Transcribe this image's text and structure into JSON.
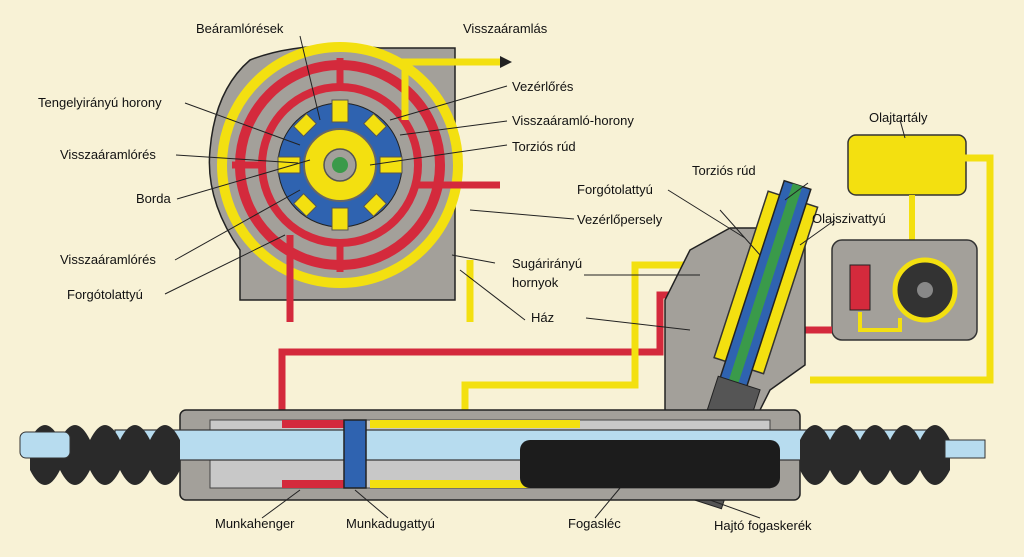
{
  "labels": {
    "bearamloresek": "Beáramlórések",
    "visszaaramlas": "Visszaáramlás",
    "tengelyiranyu_horony": "Tengelyirányú horony",
    "vezerlores": "Vezérlőrés",
    "visszaaramlo_horony": "Visszaáramló-horony",
    "torzios_rud_1": "Torziós rúd",
    "visszaaramlores_1": "Visszaáramlórés",
    "borda": "Borda",
    "visszaaramlores_2": "Visszaáramlórés",
    "forgotolattyu_1": "Forgótolattyú",
    "forgotolattyu_2": "Forgótolattyú",
    "torzios_rud_2": "Torziós rúd",
    "olajtartaly": "Olajtartály",
    "vezerlopersely": "Vezérlőpersely",
    "olajszivattyu": "Olajszivattyú",
    "sugariranyu": "Sugárirányú",
    "hornyok": "hornyok",
    "haz": "Ház",
    "munkahenger": "Munkahenger",
    "munkadugattyu": "Munkadugattyú",
    "fogasleс": "Fogasléc",
    "hajto_fogaskerek": "Hajtó fogaskerék"
  },
  "colors": {
    "background": "#f8f2d6",
    "pressure_line": "#d42a3c",
    "return_line": "#f3e010",
    "housing": "#a3a09a",
    "rotor": "#2f63b0",
    "bellows": "#1c1c1c"
  }
}
